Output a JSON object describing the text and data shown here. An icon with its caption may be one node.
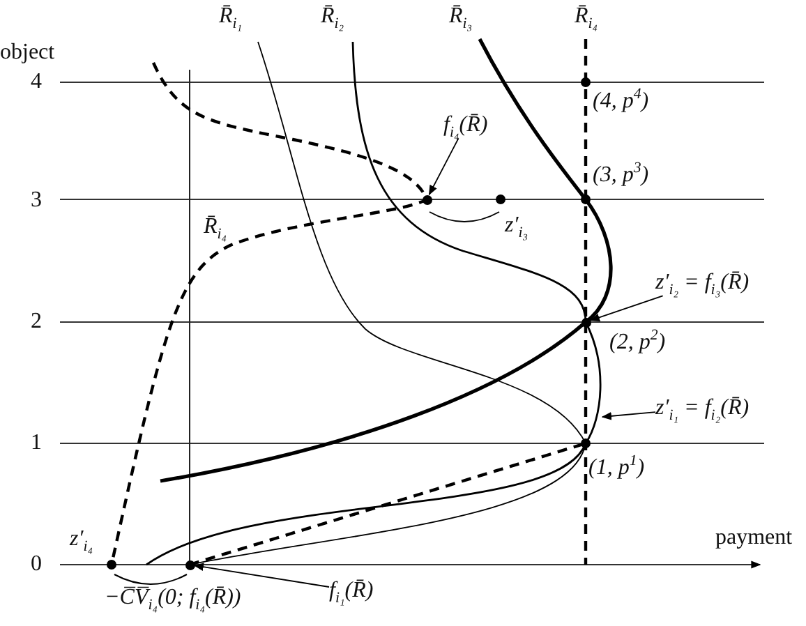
{
  "diagram": {
    "nodes": [
      {
        "text": [
          "f$_{i₄}$(R̄)"
        ]
      },
      {
        "text": [],
        "shape": "circle"
      },
      {
        "text": [
          "z′$_{i₂}$ = f$_{i₃}$(R̄)"
        ]
      },
      {
        "text": [],
        "shape": "circle"
      },
      {
        "text": [
          "z′$_{i₁}$ = f$_{i₂}$(R̄)"
        ]
      },
      {
        "text": [
          "f$_{i₁}$(R̄)"
        ]
      },
      {
        "text": [],
        "shape": "circle"
      }
    ],
    "edges": [
      {
        "from": 0,
        "to": 1,
        "arrow": "to"
      },
      {
        "from": 2,
        "to": 3,
        "arrow": "to"
      },
      {
        "from": 4,
        "to": null,
        "arrow": "to"
      },
      {
        "from": 5,
        "to": 6,
        "arrow": "to"
      }
    ],
    "labels": [
      "R̄$_{i₁}$",
      "R̄$_{i₂}$",
      "R̄$_{i₃}$",
      "R̄$_{i₄}$",
      "object",
      "4",
      "(4, p$^{4}$)",
      "(3, p$^{3}$)",
      "3",
      "R̄$_{i₄}$",
      "z′$_{i₃}$",
      "2",
      "(2, p$^{2}$)",
      "1",
      "(1, p$^{1}$)",
      "z′$_{i₄}$",
      "0",
      "payment",
      "−C̅V̅$_{i₄}$(0; f$_{i₄}$(R̄))"
    ]
  }
}
